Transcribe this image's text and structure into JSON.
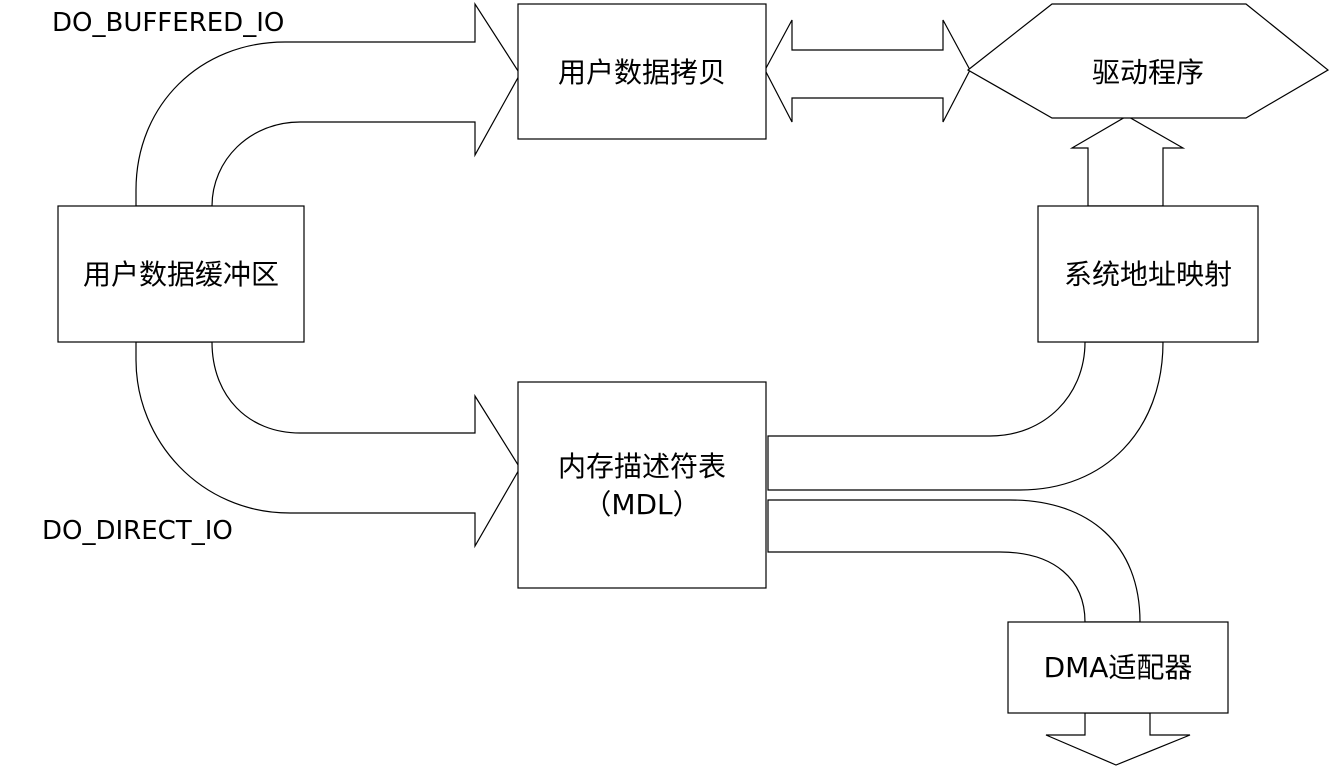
{
  "labels": {
    "buffered_io": "DO_BUFFERED_IO",
    "direct_io": "DO_DIRECT_IO"
  },
  "nodes": {
    "user_buffer": "用户数据缓冲区",
    "user_copy": "用户数据拷贝",
    "driver": "驱动程序",
    "mdl_line1": "内存描述符表",
    "mdl_line2": "（MDL）",
    "sys_map": "系统地址映射",
    "dma": "DMA适配器"
  },
  "colors": {
    "stroke": "#000000",
    "fill": "#ffffff"
  }
}
